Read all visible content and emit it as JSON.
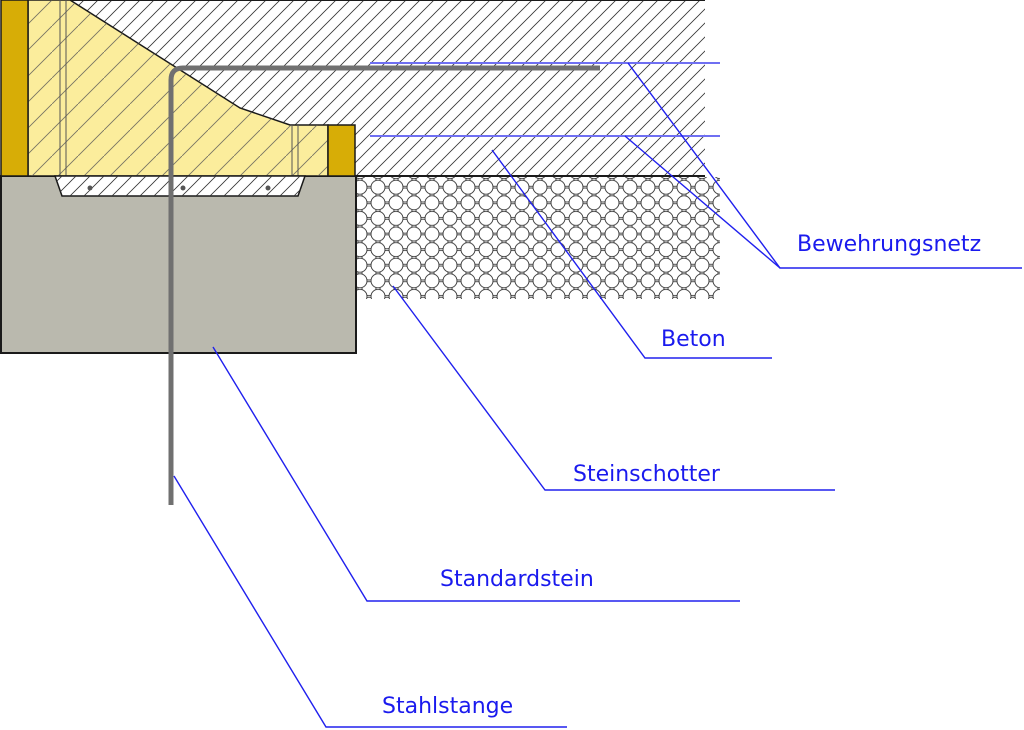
{
  "labels": {
    "bewehrungsnetz": "Bewehrungsnetz",
    "beton": "Beton",
    "steinschotter": "Steinschotter",
    "standardstein": "Standardstein",
    "stahlstange": "Stahlstange"
  },
  "colors": {
    "leader": "#2020ee",
    "label_text": "#1a1aee",
    "insulation_fill": "#fbed9c",
    "formwork_fill": "#d7ad06",
    "stone_fill": "#bab9ae",
    "steel": "#707070",
    "outline": "#1a1a1a",
    "mesh": "#6f6ff2"
  }
}
